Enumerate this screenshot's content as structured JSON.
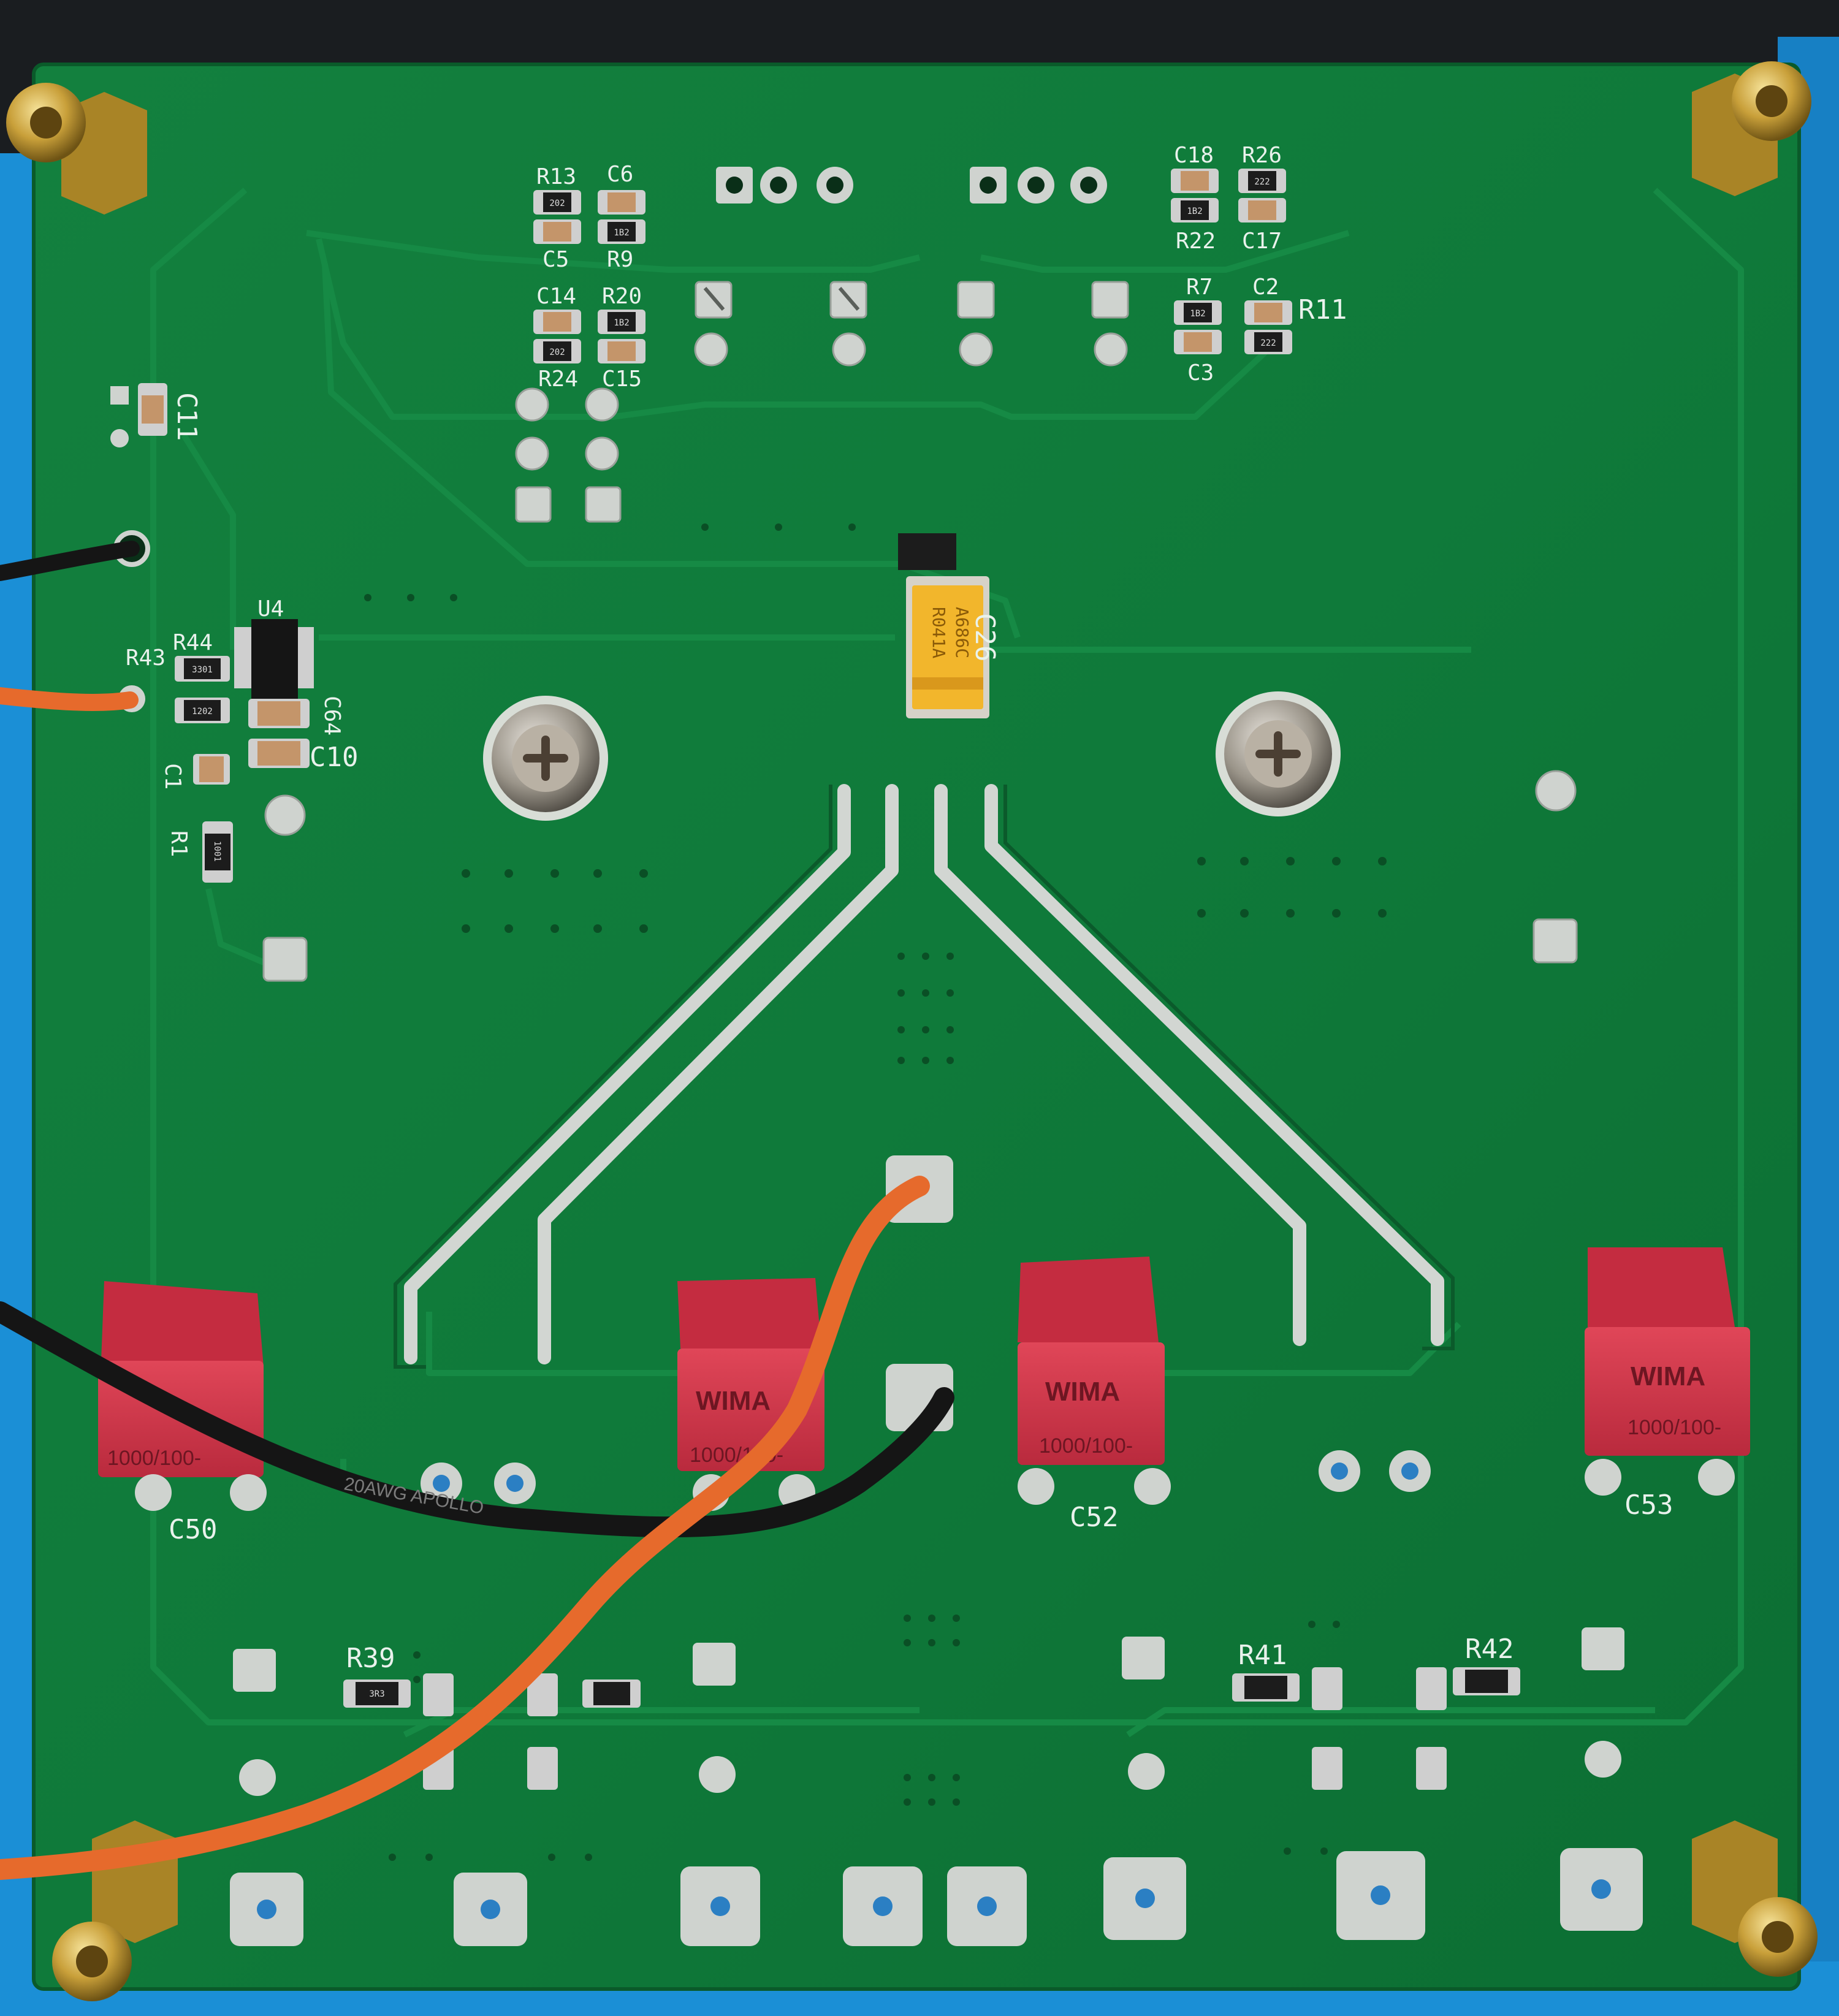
{
  "silkscreen": {
    "r13": "R13",
    "c6": "C6",
    "c5": "C5",
    "r9": "R9",
    "c14": "C14",
    "r20": "R20",
    "r24": "R24",
    "c15": "C15",
    "c18": "C18",
    "r26": "R26",
    "r22": "R22",
    "c17": "C17",
    "r7": "R7",
    "c2": "C2",
    "r11": "R11",
    "c3": "C3",
    "c11": "C11",
    "u4": "U4",
    "r44": "R44",
    "r43": "R43",
    "c64": "C64",
    "c10": "C10",
    "c1": "C1",
    "r1": "R1",
    "c26": "C26",
    "c50": "C50",
    "c52": "C52",
    "c53": "C53",
    "r39": "R39",
    "r41": "R41",
    "r42": "R42"
  },
  "markings": {
    "r13_code": "202",
    "r9_code": "1B2",
    "r20_code": "1B2",
    "r24_code": "202",
    "r26_code": "222",
    "r22_code": "1B2",
    "r7_code": "1B2",
    "r11_code": "222",
    "r44_code": "3301",
    "r43_code": "1202",
    "r1_code": "1001",
    "r39_code": "3R3",
    "tantalum_line1": "A686C",
    "tantalum_line2": "R041A",
    "wima_brand": "WIMA",
    "wima_value": "1000/100-",
    "wire_print": "20AWG  APOLLO"
  },
  "colors": {
    "pcb": "#0f7a3a",
    "tray": "#1b8fd6",
    "silkscreen": "#e9f2ec",
    "wima_red": "#d23448",
    "tantalum": "#f2b62c",
    "wire_orange": "#e66a2c",
    "wire_black": "#151515",
    "brass": "#c9a03a"
  }
}
